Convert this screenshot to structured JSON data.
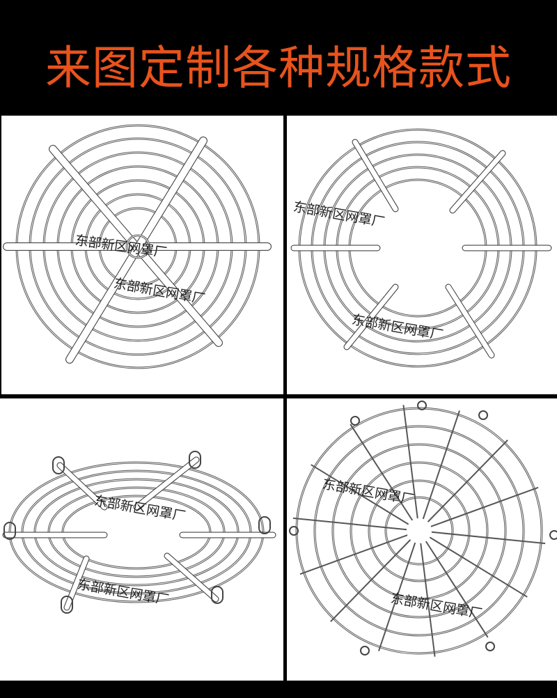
{
  "banner": {
    "title": "来图定制各种规格款式",
    "title_color": "#e8531c",
    "background": "#000000"
  },
  "watermark": "东部新区网罩厂",
  "panels": [
    {
      "style": "fan-guard-6-bars-concentric-rings"
    },
    {
      "style": "fan-guard-open-center-short-spokes"
    },
    {
      "style": "fan-guard-oval-perspective-with-hooks"
    },
    {
      "style": "fan-guard-radial-spokes-with-eyelets"
    }
  ]
}
